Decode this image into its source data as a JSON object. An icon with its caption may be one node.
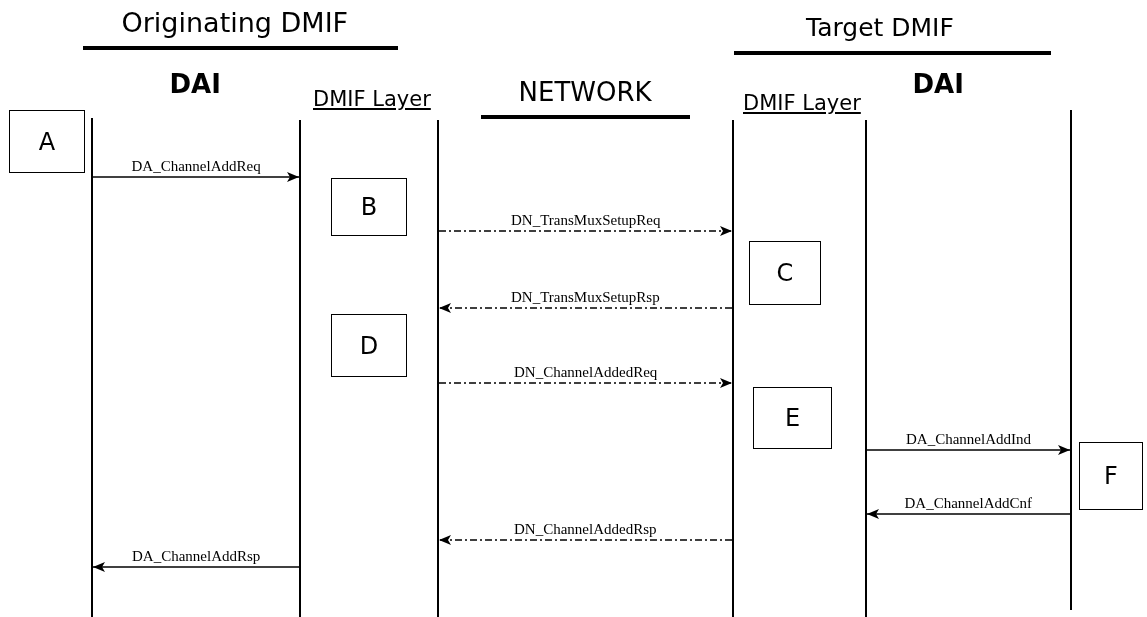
{
  "diagram": {
    "nodes": [
      {
        "text": [],
        "shape": "line"
      },
      {
        "text": [],
        "shape": "line"
      },
      {
        "text": [],
        "shape": "line"
      },
      {
        "text": [],
        "shape": "line"
      },
      {
        "text": [],
        "shape": "line"
      },
      {
        "text": [],
        "shape": "line"
      },
      {
        "text": [
          "A"
        ]
      },
      {
        "text": [
          "B"
        ]
      },
      {
        "text": [
          "C"
        ]
      },
      {
        "text": [
          "D"
        ]
      },
      {
        "text": [
          "E"
        ]
      },
      {
        "text": [
          "F"
        ]
      }
    ],
    "edges": [
      {
        "from": 0,
        "to": 1,
        "arrow": "to",
        "label": "DA_ChannelAddReq"
      },
      {
        "from": 2,
        "to": 3,
        "arrow": "to",
        "label": "DN_TransMuxSetupReq",
        "style": "dashed"
      },
      {
        "from": 3,
        "to": 2,
        "arrow": "to",
        "label": "DN_TransMuxSetupRsp",
        "style": "dashed"
      },
      {
        "from": 2,
        "to": 3,
        "arrow": "to",
        "label": "DN_ChannelAddedReq",
        "style": "dashed"
      },
      {
        "from": 4,
        "to": 5,
        "arrow": "to",
        "label": "DA_ChannelAddInd"
      },
      {
        "from": 5,
        "to": 4,
        "arrow": "to",
        "label": "DA_ChannelAddCnf"
      },
      {
        "from": 3,
        "to": 2,
        "arrow": "to",
        "label": "DN_ChannelAddedRsp",
        "style": "dashed"
      },
      {
        "from": 1,
        "to": 0,
        "arrow": "to",
        "label": "DA_ChannelAddRsp"
      }
    ],
    "labels": [
      "Originating DMIF",
      "Target DMIF",
      "DAI",
      "DMIF Layer",
      "NETWORK",
      "DMIF Layer",
      "DAI"
    ]
  }
}
